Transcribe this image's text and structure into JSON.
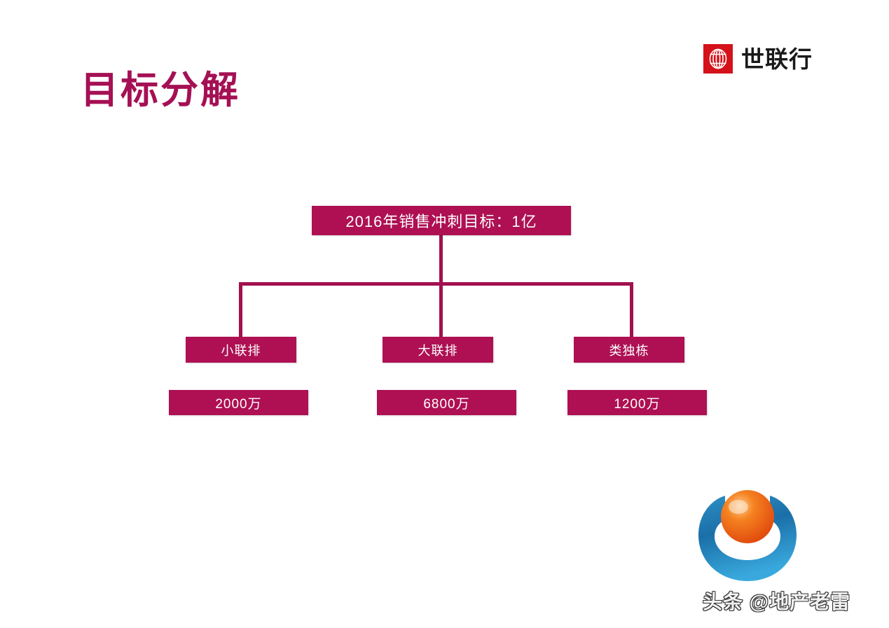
{
  "slide": {
    "title": "目标分解",
    "title_color": "#a51054",
    "background": "#ffffff"
  },
  "brand": {
    "mark_icon": "globe-emblem-icon",
    "mark_color": "#d4121a",
    "name": "世联行"
  },
  "org_chart": {
    "node_color": "#ae1053",
    "line_color": "#a1104f",
    "root": {
      "label": "2016年销售冲刺目标：1亿"
    },
    "categories": [
      {
        "label": "小联排",
        "amount": "2000万"
      },
      {
        "label": "大联排",
        "amount": "6800万"
      },
      {
        "label": "类独栋",
        "amount": "1200万"
      }
    ]
  },
  "watermark": {
    "emblem_icon": "toutiao-ring-sphere-icon",
    "text": "头条 @地产老雷"
  }
}
